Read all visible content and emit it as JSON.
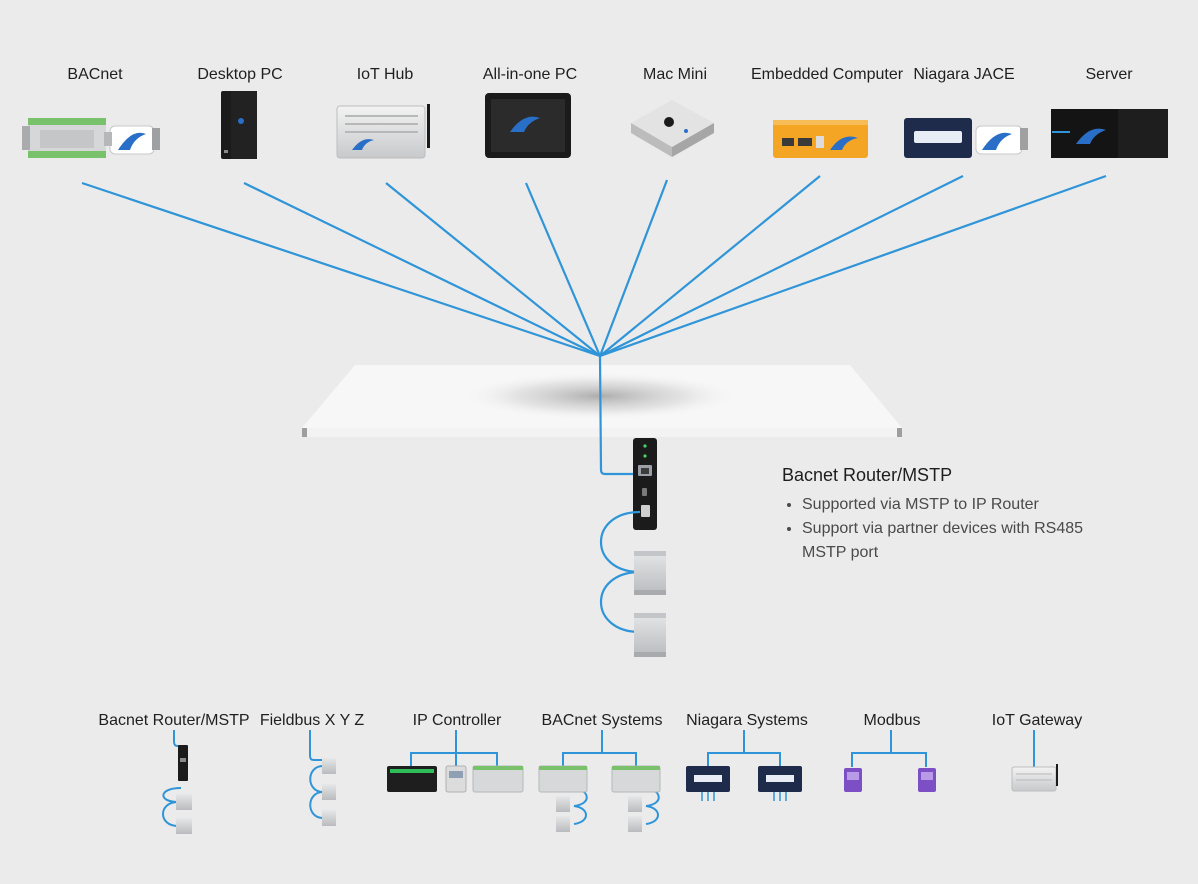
{
  "top_devices": [
    {
      "id": "bacnet",
      "label": "BACnet",
      "icon": "bacnet-module-icon"
    },
    {
      "id": "desktop-pc",
      "label": "Desktop PC",
      "icon": "desktop-tower-icon"
    },
    {
      "id": "iot-hub",
      "label": "IoT Hub",
      "icon": "iot-hub-icon"
    },
    {
      "id": "all-in-one-pc",
      "label": "All-in-one PC",
      "icon": "tablet-screen-icon"
    },
    {
      "id": "mac-mini",
      "label": "Mac Mini",
      "icon": "mac-mini-icon"
    },
    {
      "id": "embedded-computer",
      "label": "Embedded Computer",
      "icon": "embedded-computer-icon"
    },
    {
      "id": "niagara-jace",
      "label": "Niagara JACE",
      "icon": "jace-controller-icon"
    },
    {
      "id": "server",
      "label": "Server",
      "icon": "server-rack-icon"
    }
  ],
  "router_info": {
    "title": "Bacnet Router/MSTP",
    "bullets": [
      "Supported via MSTP to IP Router",
      "Support via partner devices with RS485 MSTP port"
    ]
  },
  "bottom_systems": [
    {
      "id": "bacnet-router-mstp",
      "label": "Bacnet Router/MSTP"
    },
    {
      "id": "fieldbus-xyz",
      "label": "Fieldbus X Y Z"
    },
    {
      "id": "ip-controller",
      "label": "IP Controller"
    },
    {
      "id": "bacnet-systems",
      "label": "BACnet Systems"
    },
    {
      "id": "niagara-systems",
      "label": "Niagara Systems"
    },
    {
      "id": "modbus",
      "label": "Modbus"
    },
    {
      "id": "iot-gateway",
      "label": "IoT Gateway"
    }
  ],
  "colors": {
    "background": "#ebebeb",
    "link_blue": "#2f95d8",
    "device_gray": "#d6d8da",
    "device_dark": "#1b1b1b",
    "jace_navy": "#1f2b4a",
    "embedded_orange": "#f5a524",
    "modbus_purple": "#7c4fc4"
  }
}
